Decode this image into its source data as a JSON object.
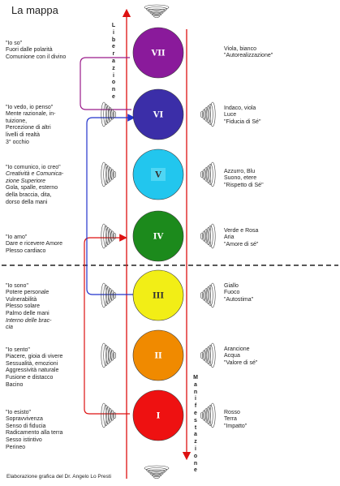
{
  "title": "La mappa",
  "credit": "Elaborazione grafica del Dr. Angelo Lo Presti",
  "axis_up": "Liberazione",
  "axis_down": "Manifestazione",
  "chakras": [
    {
      "numeral": "VII",
      "color": "#8a1a9b",
      "left": [
        "\"Io so\"",
        "Fuori dalle polarità",
        "Comunione con il divino"
      ],
      "right": [
        "Viola, bianco",
        "\"Autorealizzazione\""
      ]
    },
    {
      "numeral": "VI",
      "color": "#3b2ea8",
      "left": [
        "\"Io vedo, io penso\"",
        "Mente razionale, in-",
        "tuizione,",
        "Percezione di altri",
        "livelli di realtà",
        "3° occhio"
      ],
      "right": [
        "Indaco, viola",
        "Luce",
        "\"Fiducia di Sé\""
      ]
    },
    {
      "numeral": "V",
      "color": "#22c6ee",
      "left": [
        "\"Io comunico, io creo\"",
        "Creatività e Comunica-",
        "zione Superiore",
        "Gola, spalle, esterno",
        "della braccia, dita,",
        "dorso della mani"
      ],
      "right": [
        "Azzurro, Blu",
        "Suono, etere",
        "\"Rispetto di Sé\""
      ]
    },
    {
      "numeral": "IV",
      "color": "#1c8a1c",
      "left": [
        "\"Io amo\"",
        "Dare e ricevere Amore",
        "Plesso cardiaco"
      ],
      "right": [
        "Verde e Rosa",
        "Aria",
        "\"Amore di sé\""
      ]
    },
    {
      "numeral": "III",
      "color": "#f2ee16",
      "left": [
        "\"Io sono\"",
        "Potere personale",
        "Vulnerabilità",
        "Plesso solare",
        "Palmo delle mani",
        "Interno delle brac-",
        "cia"
      ],
      "right": [
        "Giallo",
        "Fuoco",
        "\"Autostima\""
      ]
    },
    {
      "numeral": "II",
      "color": "#f08a00",
      "left": [
        "\"Io sento\"",
        "Piacere, gioia di vivere",
        "Sessualità, emozioni",
        "Aggressività naturale",
        "Fusione e distacco",
        "Bacino"
      ],
      "right": [
        "Arancione",
        "Acqua",
        "\"Valore di sé\""
      ]
    },
    {
      "numeral": "I",
      "color": "#ee1111",
      "left": [
        "\"Io esisto\"",
        "Sopravvivenza",
        "Senso di fiducia",
        "Radicamento alla terra",
        "Sesso istintivo",
        "Perineo"
      ],
      "right": [
        "Rosso",
        "Terra",
        "\"Impatto\""
      ]
    }
  ]
}
